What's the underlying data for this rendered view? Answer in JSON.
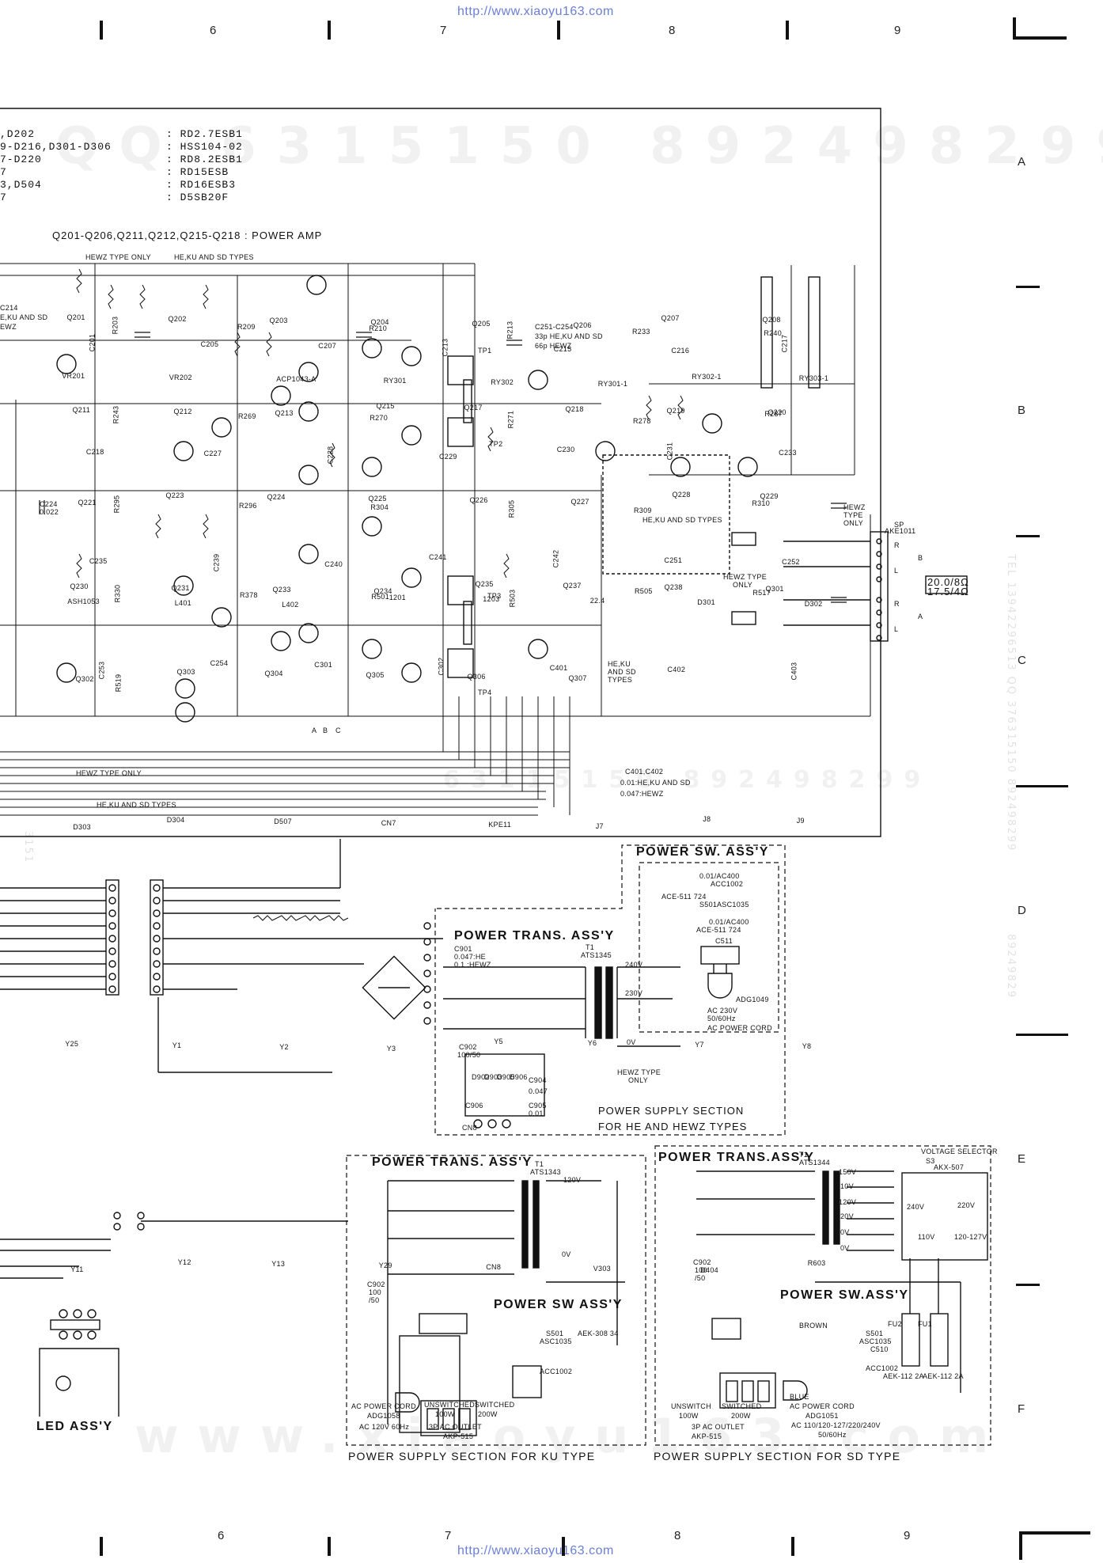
{
  "source_url": "http://www.xiaoyu163.com",
  "grid": {
    "top_columns": [
      "6",
      "7",
      "8",
      "9"
    ],
    "bottom_columns": [
      "6",
      "7",
      "8",
      "9"
    ],
    "rows": [
      "A",
      "B",
      "C",
      "D",
      "E",
      "F"
    ]
  },
  "watermark": {
    "top": "QQ 6315150 892498299",
    "middle": "63115150 892498299",
    "bottom": "www.xiaoyu163.com",
    "side_right": "TEL 13942296513 QQ 376315150 892498299",
    "side_right2": "89249829",
    "side_left": "3151"
  },
  "semiconductor_list": [
    {
      "ref": ",D202",
      "part": ": RD2.7ESB1"
    },
    {
      "ref": "9-D216,D301-D306",
      "part": ": HSS104-02"
    },
    {
      "ref": "7-D220",
      "part": ": RD8.2ESB1"
    },
    {
      "ref": "7",
      "part": ": RD15ESB"
    },
    {
      "ref": "3,D504",
      "part": ": RD16ESB3"
    },
    {
      "ref": "7",
      "part": ": D5SB20F"
    }
  ],
  "labels": {
    "power_amp": "Q201-Q206,Q211,Q212,Q215-Q218 : POWER AMP",
    "hewz_type_only_top": "HEWZ TYPE ONLY",
    "heku_sd_types_top": "HE,KU AND SD TYPES",
    "c251_note": [
      "C251-C254",
      "33p HE,KU AND SD",
      "66p HEWZ"
    ],
    "c214_note": [
      "C214",
      "E,KU AND SD",
      "EWZ"
    ],
    "c224": [
      "C224",
      "0.022"
    ],
    "tp1": "TP1",
    "tp2": "TP2",
    "tp3": "TP3",
    "tp4": "TP4",
    "he_ku_sd_types_mid": "HE,KU AND SD TYPES",
    "hewz_type_only_mid": [
      "HEWZ TYPE",
      "ONLY"
    ],
    "hewz_type_only_sp": [
      "HEWZ",
      "TYPE",
      "ONLY"
    ],
    "sp": [
      "SP",
      "AKE1011"
    ],
    "impedance": [
      "20.0/8Ω",
      "17.5/4Ω"
    ],
    "sp_b": "B",
    "sp_a": "A",
    "sp_r1": "R",
    "sp_l1": "L",
    "sp_r2": "R",
    "sp_l2": "L",
    "he_ku_sd_types_left": [
      "HE,KU",
      "AND SD",
      "TYPES"
    ],
    "c401_note": [
      "C401,C402",
      "0.01:HE,KU AND SD",
      "0.047:HEWZ"
    ],
    "hewz_type_only_bottom": "HEWZ TYPE ONLY",
    "heku_sd_types_bottom": "HE,KU AND SD TYPES",
    "abc": [
      "A",
      "B",
      "C"
    ],
    "q_labels": [
      "Q201",
      "Q202",
      "Q203",
      "Q204",
      "Q205",
      "Q206",
      "Q207",
      "Q208",
      "Q211",
      "Q212",
      "Q213",
      "Q215",
      "Q217",
      "Q218",
      "Q219",
      "Q220",
      "Q221",
      "Q223",
      "Q224",
      "Q225",
      "Q226",
      "Q227",
      "Q228",
      "Q229",
      "Q230",
      "Q231",
      "Q233",
      "Q234",
      "Q235",
      "Q237",
      "Q238",
      "Q301",
      "Q302",
      "Q303",
      "Q304",
      "Q305",
      "Q306",
      "Q307"
    ],
    "c_labels": [
      "C201",
      "C205",
      "C207",
      "C213",
      "C215",
      "C216",
      "C217",
      "C218",
      "C227",
      "C228",
      "C229",
      "C230",
      "C231",
      "C233",
      "C235",
      "C239",
      "C240",
      "C241",
      "C242",
      "C251",
      "C252",
      "C253",
      "C254",
      "C301",
      "C302",
      "C401",
      "C402",
      "C403"
    ],
    "r_labels": [
      "R203",
      "R209",
      "R210",
      "R213",
      "R233",
      "R240",
      "R243",
      "R269",
      "R270",
      "R271",
      "R278",
      "R287",
      "R295",
      "R296",
      "R304",
      "R305",
      "R309",
      "R310",
      "R330",
      "R378",
      "R501",
      "R503",
      "R505",
      "R517",
      "R519"
    ],
    "misc": [
      "VR201",
      "VR202",
      "ACP1043-A",
      "RY301",
      "RY302",
      "RY301-1",
      "RY302-1",
      "RY303-1",
      "ASH1053",
      "L401",
      "L402",
      "1201",
      "1203",
      "22.4",
      "D301",
      "D302",
      "D303",
      "D304",
      "D507",
      "CN7",
      "KPE11",
      "J7",
      "J8",
      "J9",
      "Y25",
      "Y1",
      "Y2",
      "Y3",
      "Y5",
      "Y6",
      "Y7",
      "Y8",
      "Y11",
      "Y12",
      "Y13",
      "Y29",
      "CN8",
      "V303",
      "D404",
      "R603"
    ]
  },
  "power_sw_he": {
    "title": "POWER SW. ASS'Y",
    "parts": [
      "0.01/AC400",
      "ACE-511 724",
      "0.01/AC400",
      "ACE-511 724",
      "C511",
      "S501",
      "ASC1035",
      "ACC1002"
    ],
    "cord": [
      "ADG1049",
      "AC 230V",
      "50/60Hz",
      "AC POWER CORD"
    ]
  },
  "power_trans_he": {
    "title": "POWER TRANS. ASS'Y",
    "notes": [
      "C901",
      "0.047:HE",
      "0.1 :HEWZ"
    ],
    "trans": [
      "T1",
      "ATS1345"
    ],
    "voltages": [
      "240V",
      "230V",
      "0V"
    ],
    "cap": [
      "C902",
      "100/50"
    ],
    "parts": [
      "C906",
      "C904",
      "C905",
      "0.047",
      "0.01",
      "D902",
      "D903",
      "D905",
      "D906"
    ],
    "hewz_only": [
      "HEWZ TYPE",
      "ONLY"
    ],
    "footer": [
      "POWER SUPPLY SECTION",
      "FOR HE AND HEWZ TYPES"
    ],
    "cn": "CN8"
  },
  "power_trans_ku": {
    "title": "POWER TRANS. ASS'Y",
    "trans": [
      "T1",
      "ATS1343"
    ],
    "tap": "120V",
    "zero": "0V",
    "cap": [
      "C902",
      "100",
      "/50"
    ],
    "sw_title": "POWER SW ASS'Y",
    "parts": [
      "S501",
      "ASC1035",
      "ACC1002",
      "AEK-308 34"
    ],
    "cord": [
      "AC POWER CORD",
      "ADG1058",
      "AC 120V 60Hz"
    ],
    "outlet": [
      "UNSWITCHED",
      "SWITCHED",
      "100W",
      "200W",
      "3P AC OUTLET",
      "AKP-515"
    ],
    "footer": "POWER SUPPLY SECTION FOR KU TYPE"
  },
  "power_trans_sd": {
    "title": "POWER TRANS.ASS'Y",
    "trans": [
      "T1",
      "ATS1344"
    ],
    "taps": [
      "150V",
      "10V",
      "120V",
      "20V",
      "0V",
      "0V"
    ],
    "voltage_selector": [
      "VOLTAGE SELECTOR",
      "S3",
      "AKX-507"
    ],
    "selector_values": [
      "240V",
      "220V",
      "110V",
      "120-127V"
    ],
    "cap": [
      "C902",
      "100",
      "/50"
    ],
    "sw_title": "POWER SW.ASS'Y",
    "wire_colors": [
      "BROWN",
      "BLUE"
    ],
    "fuses": [
      "FU2",
      "FU1",
      "AEK-112 2A",
      "AEK-112 2A"
    ],
    "parts": [
      "S501",
      "ASC1035",
      "C510",
      "ACC1002"
    ],
    "cord": [
      "AC POWER CORD",
      "ADG1051",
      "AC 110/120-127/220/240V",
      "50/60Hz"
    ],
    "outlet": [
      "UNSWITCH",
      "SWITCHED",
      "100W",
      "200W",
      "3P AC OUTLET",
      "AKP-515"
    ],
    "footer": "POWER SUPPLY SECTION FOR SD TYPE"
  },
  "led_assy": {
    "title": "LED ASS'Y"
  }
}
